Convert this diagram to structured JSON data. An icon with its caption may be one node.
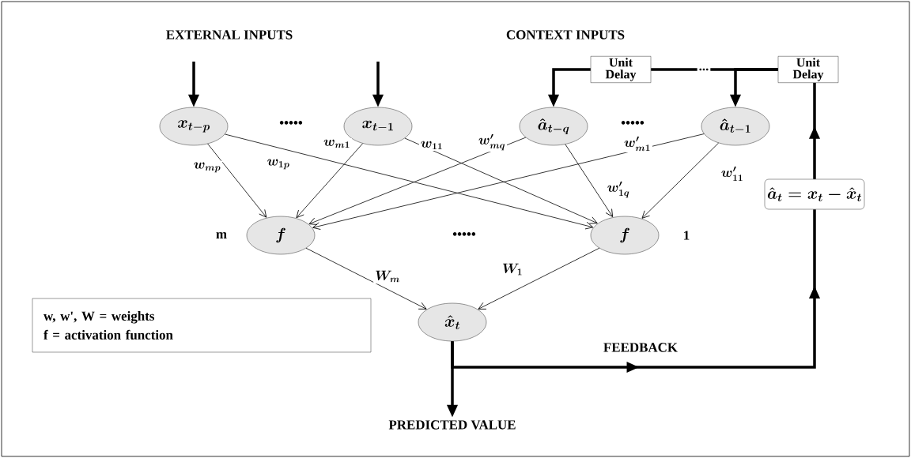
{
  "diagram": {
    "nodes": [
      {
        "text": [
          "x_{t-p}"
        ]
      },
      {
        "text": [
          "x_{t-1}"
        ]
      },
      {
        "text": [
          "\\hat{a}_{t-q}"
        ]
      },
      {
        "text": [
          "\\hat{a}_{t-1}"
        ]
      },
      {
        "text": [
          "Unit Delay"
        ]
      },
      {
        "text": [
          "Unit Delay"
        ]
      },
      {
        "text": [
          "f"
        ],
        "beside": [
          "m"
        ]
      },
      {
        "text": [
          "f"
        ],
        "beside": [
          "1"
        ]
      },
      {
        "text": [
          "\\hat{x}_{t}"
        ]
      },
      {
        "text": [
          "\\hat{a}_{t} = x_{t} - \\hat{x}_{t}"
        ]
      },
      {
        "text": [
          "w, w', W = weights",
          "f = activation function"
        ]
      },
      {
        "text": [
          "PREDICTED VALUE"
        ]
      }
    ],
    "edges": [
      {
        "from": null,
        "to": 0,
        "arrow": "to",
        "style": "thick"
      },
      {
        "from": null,
        "to": 1,
        "arrow": "to",
        "style": "thick"
      },
      {
        "from": 4,
        "to": 2,
        "arrow": "to",
        "style": "thick"
      },
      {
        "from": 5,
        "to": 3,
        "arrow": "to",
        "style": "thick"
      },
      {
        "from": 5,
        "to": 4,
        "arrow": "none",
        "style": "thick",
        "label": "..."
      },
      {
        "from": 9,
        "to": 5,
        "arrow": "to",
        "style": "thick"
      },
      {
        "from": 8,
        "to": 9,
        "arrow": "to",
        "style": "thick",
        "label": "FEEDBACK"
      },
      {
        "from": 8,
        "to": 11,
        "arrow": "to",
        "style": "thick"
      },
      {
        "from": 0,
        "to": 6,
        "arrow": "to",
        "label": "w_{mp}"
      },
      {
        "from": 0,
        "to": 7,
        "arrow": "to",
        "label": "w_{1p}"
      },
      {
        "from": 1,
        "to": 6,
        "arrow": "to",
        "label": "w_{m1}"
      },
      {
        "from": 1,
        "to": 7,
        "arrow": "to",
        "label": "w_{11}"
      },
      {
        "from": 2,
        "to": 6,
        "arrow": "to",
        "label": "w'_{mq}"
      },
      {
        "from": 2,
        "to": 7,
        "arrow": "to",
        "label": "w'_{1q}"
      },
      {
        "from": 3,
        "to": 6,
        "arrow": "to",
        "label": "w'_{m1}"
      },
      {
        "from": 3,
        "to": 7,
        "arrow": "to",
        "label": "w'_{11}"
      },
      {
        "from": 6,
        "to": 8,
        "arrow": "to",
        "label": "W_{m}"
      },
      {
        "from": 7,
        "to": 8,
        "arrow": "to",
        "label": "W_{1}"
      }
    ],
    "labels": [
      "EXTERNAL INPUTS",
      "CONTEXT INPUTS",
      "•••••",
      "•••••",
      "•••••"
    ]
  }
}
